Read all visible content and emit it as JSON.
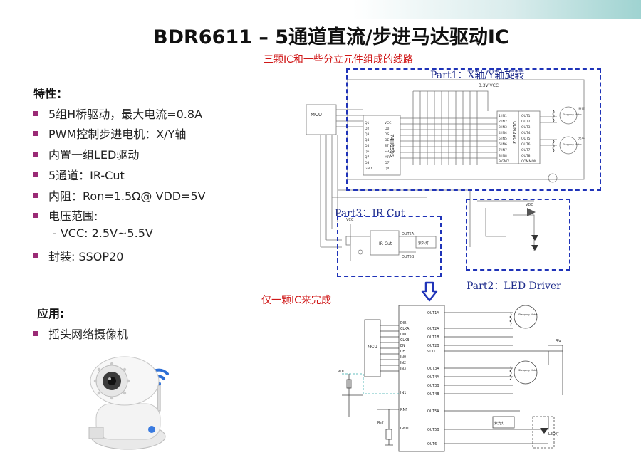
{
  "header": {
    "title": "BDR6611 – 5通道直流/步进马达驱动IC"
  },
  "annotations": {
    "three_ic": "三颗IC和一些分立元件组成的线路",
    "one_ic": "仅一颗IC来完成"
  },
  "parts": {
    "part1": "Part1：X轴/Y轴旋转",
    "part2": "Part2：LED Driver",
    "part3": "Part3：IR Cut"
  },
  "features": {
    "heading": "特性：",
    "items": [
      "5组H桥驱动，最大电流=0.8A",
      "PWM控制步进电机：X/Y轴",
      "内置一组LED驱动",
      "5通道：IR-Cut",
      "内阻：Ron=1.5Ω@ VDD=5V",
      "电压范围:"
    ],
    "vcc": "- VCC: 2.5V~5.5V",
    "package": "封装: SSOP20"
  },
  "applications": {
    "heading": "应用:",
    "items": [
      "摇头网络摄像机"
    ]
  },
  "schematic_top": {
    "mcu": "MCU",
    "chip1": "74HC595",
    "chip2": "ULN2803",
    "vcc_label": "3.3V VCC",
    "irc_box": "IR Cut",
    "irc_vcc": "VCC",
    "irc_outa": "OUT5A",
    "irc_outb": "OUT5B",
    "irc_lamp": "紫外灯",
    "left_pins": [
      "Q1",
      "Q2",
      "Q3",
      "Q4",
      "Q5",
      "Q6",
      "Q7",
      "Q8",
      "GND"
    ],
    "right_pins": [
      "VCC",
      "Q0",
      "DS",
      "OE",
      "ST_CP",
      "SH_CP",
      "MR",
      "Q7'",
      "Q4"
    ],
    "uln_in": [
      "1 IN1",
      "2 IN2",
      "3 IN3",
      "4 IN4",
      "5 IN5",
      "6 IN6",
      "7 IN7",
      "8 IN8",
      "9 GND"
    ],
    "uln_out": [
      "OUT1",
      "OUT2",
      "OUT3",
      "OUT4",
      "OUT5",
      "OUT6",
      "OUT7",
      "OUT8",
      "COMMON"
    ],
    "motor1": "Stepping Motor",
    "motor2": "Stepping Motor",
    "motor1_tag": "垂直",
    "motor2_tag": "水平",
    "led_vdd": "VDD"
  },
  "schematic_bottom": {
    "mcu": "MCU",
    "inputs": [
      "DIR",
      "CLKA",
      "DIR",
      "CLKB",
      "EN",
      "CH",
      "IN0",
      "IN2",
      "IN3"
    ],
    "in1": "IN1",
    "rnf": "RNF",
    "gnd": "GND",
    "outputs": [
      "OUT1A",
      "OUT2A",
      "OUT1B",
      "OUT2B",
      "VDD",
      "OUT3A",
      "OUT4A",
      "OUT3B",
      "OUT4B",
      "OUT5A",
      "OUT5B",
      "OUT6"
    ],
    "vdd": "VDD",
    "vdd_net": "5V",
    "rnf_res": "Rnf",
    "motor1": "Stepping Motor",
    "motor2": "Stepping Motor",
    "lamp": "紫光灯",
    "led": "LED灯"
  },
  "colors": {
    "accent_red": "#d01818",
    "dash_blue": "#1f33b8",
    "bullet": "#9a2a75",
    "header_band": "#9fd3d1"
  }
}
